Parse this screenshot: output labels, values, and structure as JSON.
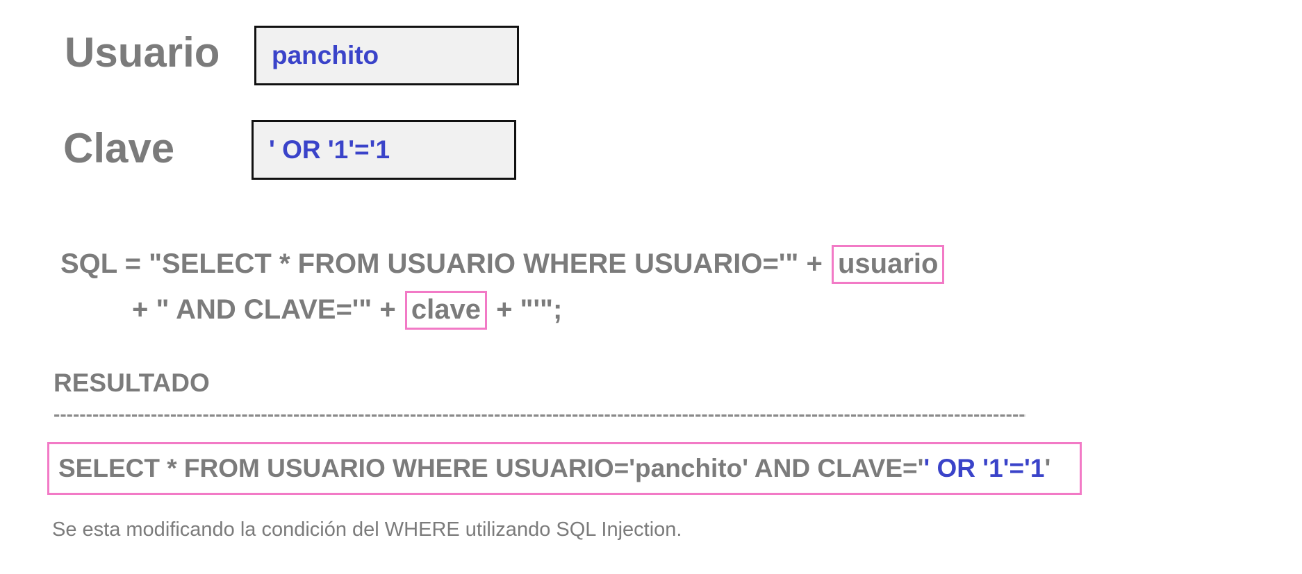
{
  "form": {
    "usuario_label": "Usuario",
    "usuario_value": "panchito",
    "clave_label": "Clave",
    "clave_value": "' OR '1'='1"
  },
  "code": {
    "line1_prefix": "SQL = \"SELECT * FROM USUARIO WHERE USUARIO='\" + ",
    "line1_var": "usuario",
    "line2_prefix": "+ \" AND CLAVE='\" + ",
    "line2_var": "clave",
    "line2_suffix": " + \"'\";"
  },
  "result": {
    "title": "RESULTADO",
    "divider": "-----------------------------------------------------------------------------------------------------------------------------------------------------------",
    "query_prefix": "SELECT * FROM USUARIO WHERE USUARIO='panchito' AND CLAVE='",
    "query_injected": "' OR '1'='1",
    "query_suffix": "'",
    "note": "Se esta modificando la condición del WHERE utilizando SQL Injection."
  },
  "colors": {
    "text_gray": "#7b7b7b",
    "input_blue": "#3a43c9",
    "highlight_pink": "#f27ac6",
    "input_bg": "#f1f1f1"
  }
}
